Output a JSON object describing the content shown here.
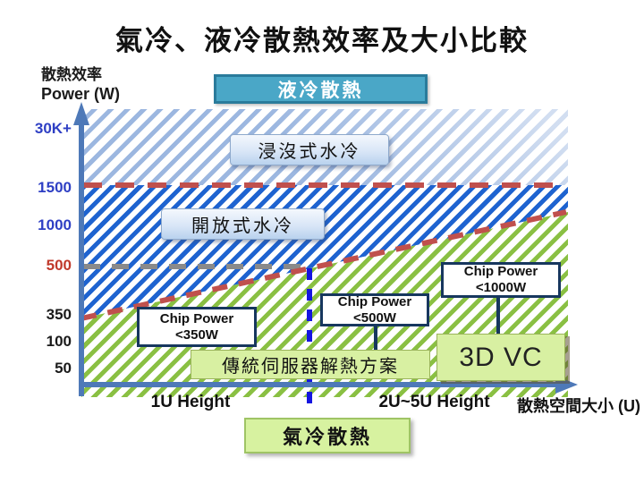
{
  "title": "氣冷、液冷散熱效率及大小比較",
  "y_axis": {
    "label_line1": "散熱效率",
    "label_line2": "Power (W)",
    "ticks": [
      {
        "label": "30K+",
        "color": "#2e3fc4"
      },
      {
        "label": "1500",
        "color": "#2e3fc4"
      },
      {
        "label": "1000",
        "color": "#2e3fc4"
      },
      {
        "label": "500",
        "color": "#c0392b"
      },
      {
        "label": "350",
        "color": "#1a1a1a"
      },
      {
        "label": "100",
        "color": "#1a1a1a"
      },
      {
        "label": "50",
        "color": "#1a1a1a"
      }
    ]
  },
  "x_axis": {
    "tick1": "1U Height",
    "tick2": "2U~5U Height",
    "label": "散熱空間大小 (U)"
  },
  "banners": {
    "liquid_cooling": "液冷散熱",
    "air_cooling": "氣冷散熱"
  },
  "regions": {
    "immersion": "浸沒式水冷",
    "open_loop": "開放式水冷"
  },
  "solutions": {
    "traditional": "傳統伺服器解熱方案",
    "vc": "3D VC"
  },
  "chip_boxes": [
    {
      "line1": "Chip Power",
      "line2": "<350W"
    },
    {
      "line1": "Chip Power",
      "line2": "<500W"
    },
    {
      "line1": "Chip Power",
      "line2": "<1000W"
    }
  ],
  "colors": {
    "tick_blue": "#2e3fc4",
    "tick_red": "#c0392b",
    "hatch_light_blue": "#9cb7e0",
    "hatch_blue": "#1e63d0",
    "hatch_green": "#8ac043",
    "liquid_banner_bg": "#4aa7c7",
    "liquid_banner_border": "#2a7b9b",
    "air_box_bg": "#d7f2a0",
    "water_label_bg": "#d9e6f7",
    "chip_box_border": "#17375e",
    "axis_blue": "#4e79b8",
    "dashed_red": "#c0504d",
    "dashed_gray": "#8a8a8a",
    "dashed_blue": "#1515e0"
  },
  "chart_data": {
    "type": "area",
    "title": "氣冷、液冷散熱效率及大小比較",
    "xlabel": "散熱空間大小 (U)",
    "ylabel": "散熱效率 Power (W)",
    "x_ticks": [
      "1U Height",
      "2U~5U Height"
    ],
    "y_ticks": [
      "50",
      "100",
      "350",
      "500",
      "1000",
      "1500",
      "30K+"
    ],
    "y_scale": "non-linear category scale",
    "grid": false,
    "regions": [
      {
        "name": "浸沒式水冷",
        "group": "液冷散熱",
        "hatch": "light-blue",
        "power_band_w": [
          1500,
          30000
        ],
        "note": "above 1500W up to 30K+"
      },
      {
        "name": "開放式水冷",
        "group": "液冷散熱",
        "hatch": "blue",
        "power_band_w": [
          350,
          1500
        ],
        "note": "lower bound rises with cooling space from ~350W at 1U to ~1100W at 2U~5U"
      },
      {
        "name": "氣冷散熱",
        "group": "氣冷散熱",
        "hatch": "green",
        "power_band_w": [
          0,
          1100
        ],
        "note": "upper bound rises with cooling space from ~350W at 1U to ~1100W at 2U~5U"
      }
    ],
    "boundaries": [
      {
        "name": "immersion-open-loop-boundary",
        "style": "red dashed horizontal",
        "y_w": 1500
      },
      {
        "name": "reference-500w",
        "style": "gray dashed horizontal",
        "y_w": 500,
        "extent": "left portion only, ends near 1U/2U divider"
      },
      {
        "name": "air-liquid-boundary",
        "style": "red dashed diagonal",
        "from_y_w": 350,
        "to_y_w": 1100
      },
      {
        "name": "height-zone-divider",
        "style": "blue dashed vertical",
        "between": [
          "1U Height",
          "2U~5U Height"
        ]
      }
    ],
    "annotations": [
      {
        "label": "Chip Power <350W",
        "zone": "1U Height",
        "solution": "傳統伺服器解熱方案"
      },
      {
        "label": "Chip Power <500W",
        "zone": "2U~5U Height",
        "solution": "傳統伺服器解熱方案"
      },
      {
        "label": "Chip Power <1000W",
        "zone": "2U~5U Height",
        "solution": "3D VC"
      }
    ]
  }
}
